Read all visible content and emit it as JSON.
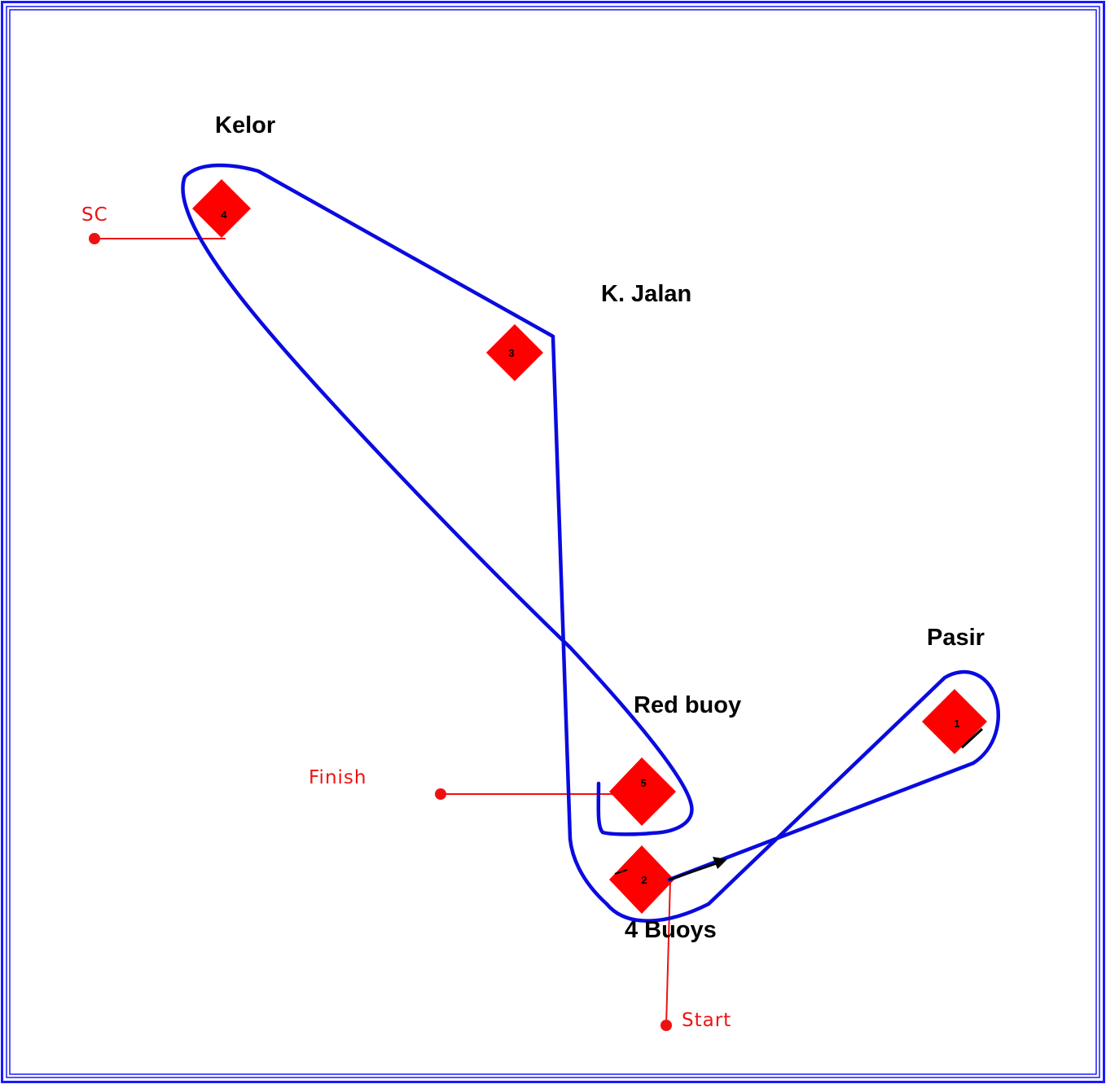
{
  "colors": {
    "frame": "#1a1aff",
    "course": "#0a0ae0",
    "mark": "#ff0000",
    "line": "#ee1111",
    "arrow": "#000000",
    "label_text": "#000000",
    "line_text": "#ee1111"
  },
  "places": {
    "kelor": "Kelor",
    "k_jalan": "K. Jalan",
    "pasir": "Pasir",
    "red_buoy": "Red buoy",
    "four_buoys": "4 Buoys"
  },
  "lines": {
    "sc": "SC",
    "finish": "Finish",
    "start": "Start"
  },
  "marks": [
    "1",
    "2",
    "3",
    "4",
    "5"
  ]
}
